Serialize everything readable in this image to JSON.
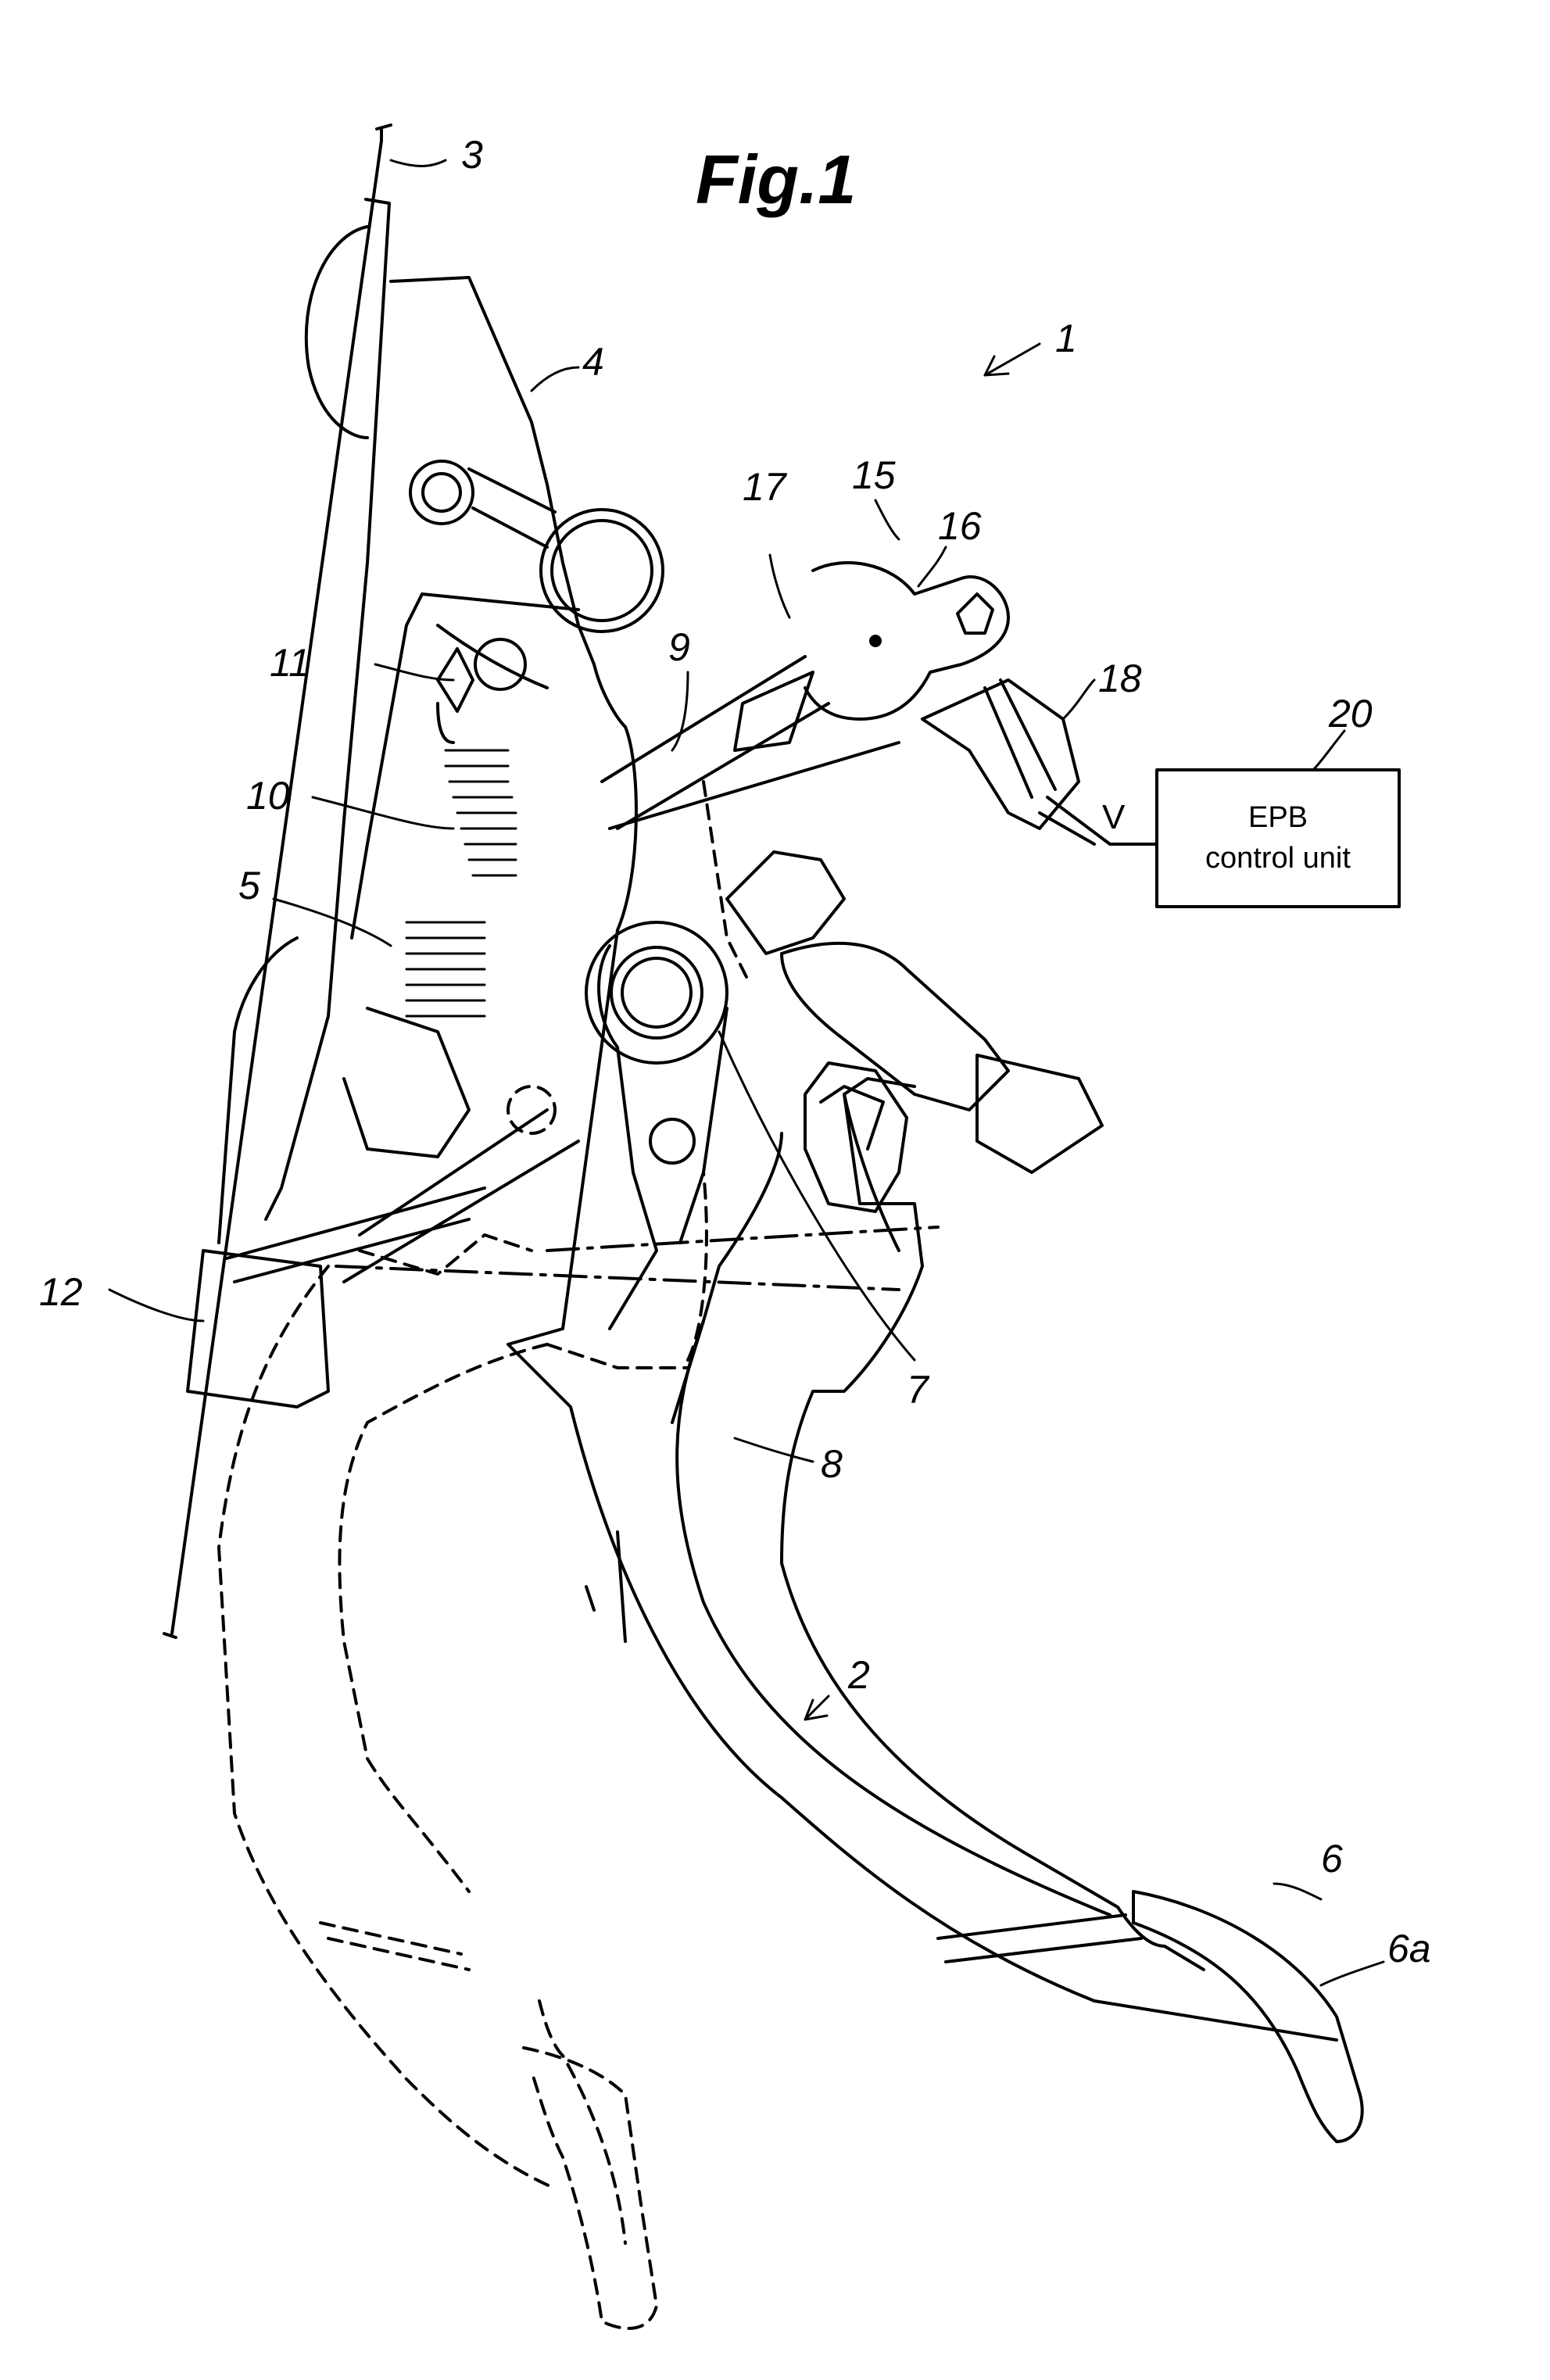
{
  "figure": {
    "title": "Fig.1",
    "labels": {
      "l1": "1",
      "l2": "2",
      "l3": "3",
      "l4": "4",
      "l5": "5",
      "l6": "6",
      "l6a": "6a",
      "l7": "7",
      "l8": "8",
      "l9": "9",
      "l10": "10",
      "l11": "11",
      "l12": "12",
      "l15": "15",
      "l16": "16",
      "l17": "17",
      "l18": "18",
      "l20": "20"
    },
    "signal": "V",
    "control_box": {
      "line1": "EPB",
      "line2": "control unit"
    }
  }
}
